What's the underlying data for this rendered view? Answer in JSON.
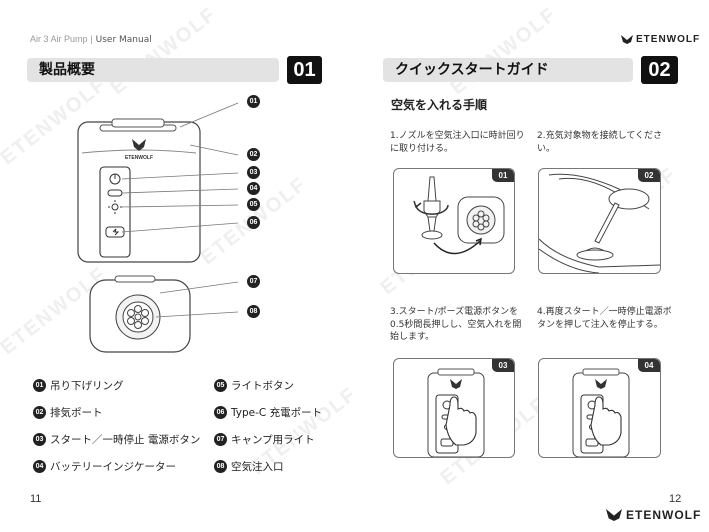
{
  "left_page": {
    "header_product": "Air 3 Air Pump",
    "header_sep": "|",
    "header_doc": "User Manual",
    "title": "製品概要",
    "page_badge": "01",
    "callouts": [
      "01",
      "02",
      "03",
      "04",
      "05",
      "06",
      "07",
      "08"
    ],
    "legend": [
      {
        "num": "01",
        "label": "吊り下げリング"
      },
      {
        "num": "02",
        "label": "排気ポート"
      },
      {
        "num": "03",
        "label": "スタート／一時停止 電源ボタン"
      },
      {
        "num": "04",
        "label": "バッテリーインジケーター"
      },
      {
        "num": "05",
        "label": "ライトボタン"
      },
      {
        "num": "06",
        "label": "Type-C 充電ポート"
      },
      {
        "num": "07",
        "label": "キャンプ用ライト"
      },
      {
        "num": "08",
        "label": "空気注入口"
      }
    ],
    "device_logo": "ETENWOLF",
    "page_number": "11"
  },
  "right_page": {
    "brand": "ETENWOLF",
    "title": "クイックスタートガイド",
    "page_badge": "02",
    "subtitle": "空気を入れる手順",
    "steps": [
      {
        "badge": "01",
        "text": "1.ノズルを空気注入口に時計回りに取り付ける。"
      },
      {
        "badge": "02",
        "text": "2.充気対象物を接続してください。"
      },
      {
        "badge": "03",
        "text": "3.スタート/ポーズ電源ボタンを0.5秒間長押しし、空気入れを開始します。"
      },
      {
        "badge": "04",
        "text": "4.再度スタート／一時停止電源ボタンを押して注入を停止する。"
      }
    ],
    "page_number": "12",
    "footer_brand": "ETENWOLF"
  },
  "watermark_text": "ETENWOLF",
  "colors": {
    "title_bar": "#e3e3e3",
    "badge": "#111111",
    "accent": "#222222"
  }
}
